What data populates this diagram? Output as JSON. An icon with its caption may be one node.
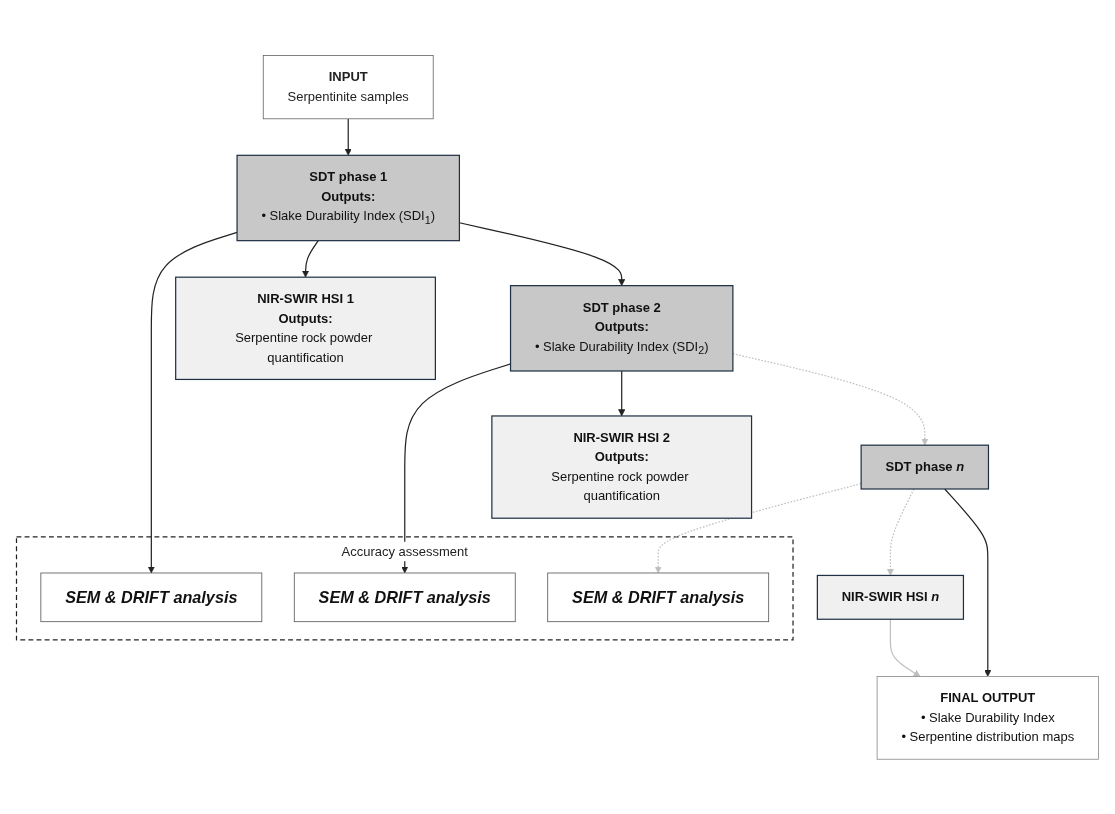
{
  "diagram": {
    "nodes": [
      {
        "text": [
          "INPUT",
          "Serpentinite samples"
        ]
      },
      {
        "text": [
          "Accuracy assessment"
        ]
      },
      {
        "text": [
          "SEM & DRIFT analysis"
        ],
        "in": 1
      },
      {
        "text": [
          "SEM & DRIFT analysis"
        ],
        "in": 1
      },
      {
        "text": [
          "SEM & DRIFT analysis"
        ],
        "in": 1
      },
      {
        "text": [
          "SDT phase 1",
          "Outputs:",
          "• Slake Durability Index (SDI$_{1}$)"
        ]
      },
      {
        "text": [
          "NIR-SWIR HSI 1",
          "Outputs:",
          "Serpentine rock powder quantification"
        ]
      },
      {
        "text": [
          "SDT phase 2",
          "Outputs:",
          "• Slake Durability Index (SDI$_{2}$)"
        ]
      },
      {
        "text": [
          "NIR-SWIR HSI 2",
          "Outputs:",
          "Serpentine rock powder quantification"
        ]
      },
      {
        "text": [
          "SDT phase *n*"
        ]
      },
      {
        "text": [
          "NIR-SWIR HSI *n*"
        ]
      },
      {
        "text": [
          "FINAL OUTPUT",
          "• Slake Durability Index",
          "• Serpentine distribution maps"
        ]
      }
    ],
    "edges": [
      {
        "from": 0,
        "to": 5,
        "arrow": "to"
      },
      {
        "from": 5,
        "to": 2,
        "arrow": "to"
      },
      {
        "from": 5,
        "to": 6,
        "arrow": "to"
      },
      {
        "from": 5,
        "to": 7,
        "arrow": "to"
      },
      {
        "from": 7,
        "to": 3,
        "arrow": "to"
      },
      {
        "from": 7,
        "to": 8,
        "arrow": "to"
      },
      {
        "from": 7,
        "to": 9,
        "arrow": "to",
        "style": "dashed",
        "color": "#bfbfbf"
      },
      {
        "from": 9,
        "to": 4,
        "arrow": "to",
        "style": "dashed",
        "color": "#bfbfbf"
      },
      {
        "from": 9,
        "to": 10,
        "arrow": "to",
        "style": "dashed",
        "color": "#bfbfbf"
      },
      {
        "from": 9,
        "to": 11,
        "arrow": "to"
      },
      {
        "from": 10,
        "to": 11,
        "arrow": "to",
        "color": "#bfbfbf"
      }
    ]
  }
}
